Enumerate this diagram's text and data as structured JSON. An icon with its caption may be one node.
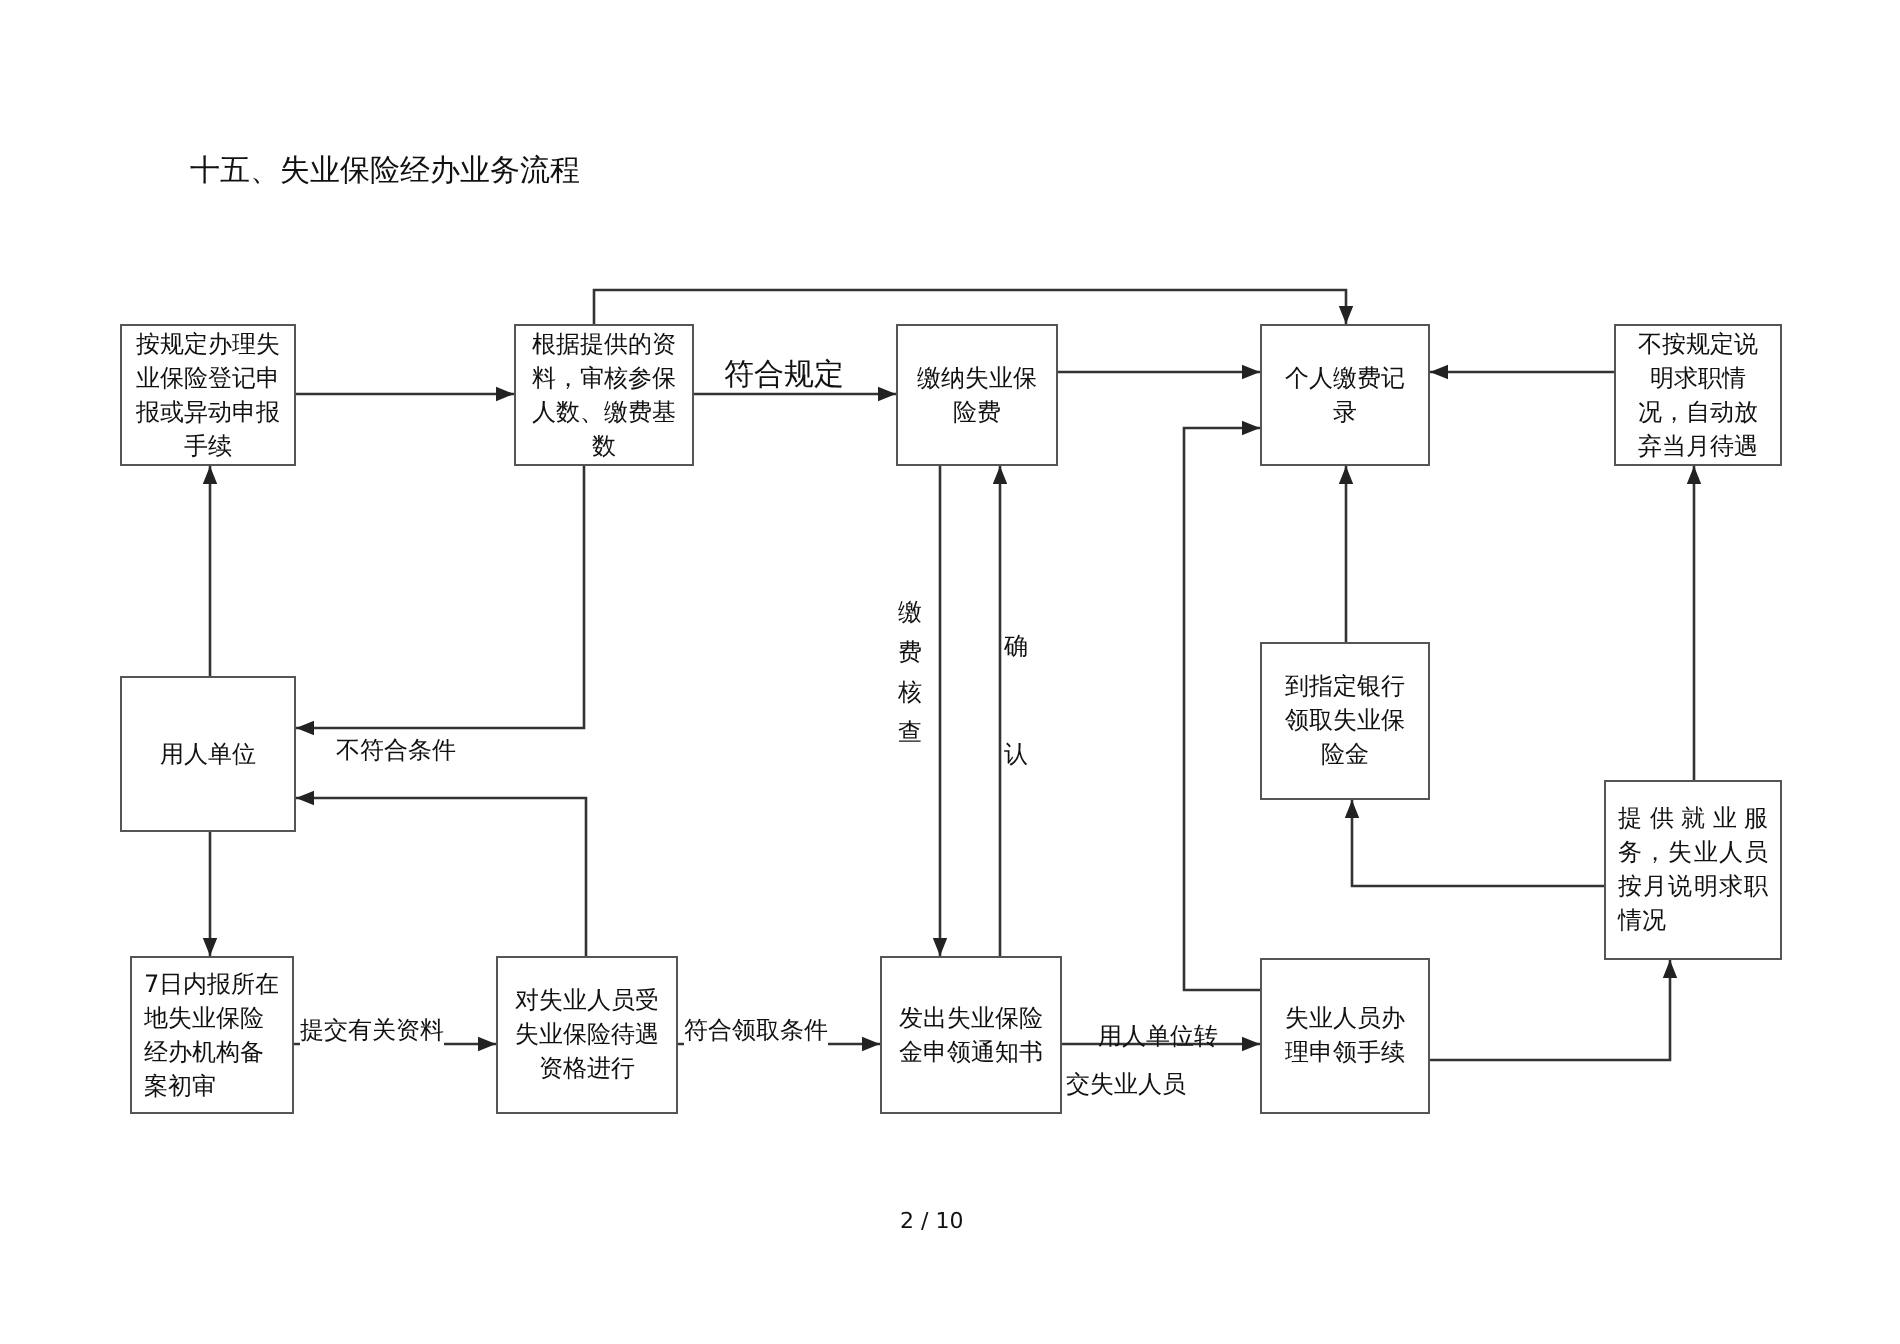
{
  "diagram": {
    "title": "十五、失业保险经办业务流程",
    "nodes": [
      {
        "text": [
          "按规定办理失业保险登记申报或异动申报手续"
        ]
      },
      {
        "text": [
          "根据提供的资料，审核参保人数、缴费基数"
        ]
      },
      {
        "text": [
          "缴纳失业保险费"
        ]
      },
      {
        "text": [
          "个人缴费记录"
        ]
      },
      {
        "text": [
          "不按规定说明求职情况，自动放弃当月待遇"
        ]
      },
      {
        "text": [
          "用人单位"
        ]
      },
      {
        "text": [
          "到指定银行领取失业保险金"
        ]
      },
      {
        "text": [
          "提供就业服务，失业人员按月说明求职情况"
        ]
      },
      {
        "text": [
          "7日内报所在地失业保险经办机构备案初审"
        ]
      },
      {
        "text": [
          "对失业人员受失业保险待遇资格进行"
        ]
      },
      {
        "text": [
          "发出失业保险金申领通知书"
        ]
      },
      {
        "text": [
          "失业人员办理申领手续"
        ]
      }
    ],
    "edges": [
      {
        "from": 0,
        "to": 1,
        "arrow": "to"
      },
      {
        "from": 1,
        "to": 2,
        "arrow": "to",
        "label": "符合规定"
      },
      {
        "from": 1,
        "to": 3,
        "arrow": "to"
      },
      {
        "from": 2,
        "to": 3,
        "arrow": "to"
      },
      {
        "from": 4,
        "to": 3,
        "arrow": "to"
      },
      {
        "from": 1,
        "to": 5,
        "arrow": "to",
        "label": "不符合条件"
      },
      {
        "from": 5,
        "to": 0,
        "arrow": "to"
      },
      {
        "from": 5,
        "to": 8,
        "arrow": "to"
      },
      {
        "from": 9,
        "to": 5,
        "arrow": "to"
      },
      {
        "from": 8,
        "to": 9,
        "arrow": "to",
        "label": "提交有关资料"
      },
      {
        "from": 9,
        "to": 10,
        "arrow": "to",
        "label": "符合领取条件"
      },
      {
        "from": 2,
        "to": 10,
        "arrow": "to",
        "label": "缴费核查"
      },
      {
        "from": 10,
        "to": 2,
        "arrow": "to",
        "label": "确认"
      },
      {
        "from": 10,
        "to": 11,
        "arrow": "to",
        "label": "用人单位转交失业人员"
      },
      {
        "from": 11,
        "to": 3,
        "arrow": "to"
      },
      {
        "from": 11,
        "to": 7,
        "arrow": "to"
      },
      {
        "from": 7,
        "to": 6,
        "arrow": "to"
      },
      {
        "from": 6,
        "to": 3,
        "arrow": "to"
      },
      {
        "from": 7,
        "to": 4,
        "arrow": "to"
      }
    ],
    "labels": [
      "2 / 10"
    ]
  }
}
